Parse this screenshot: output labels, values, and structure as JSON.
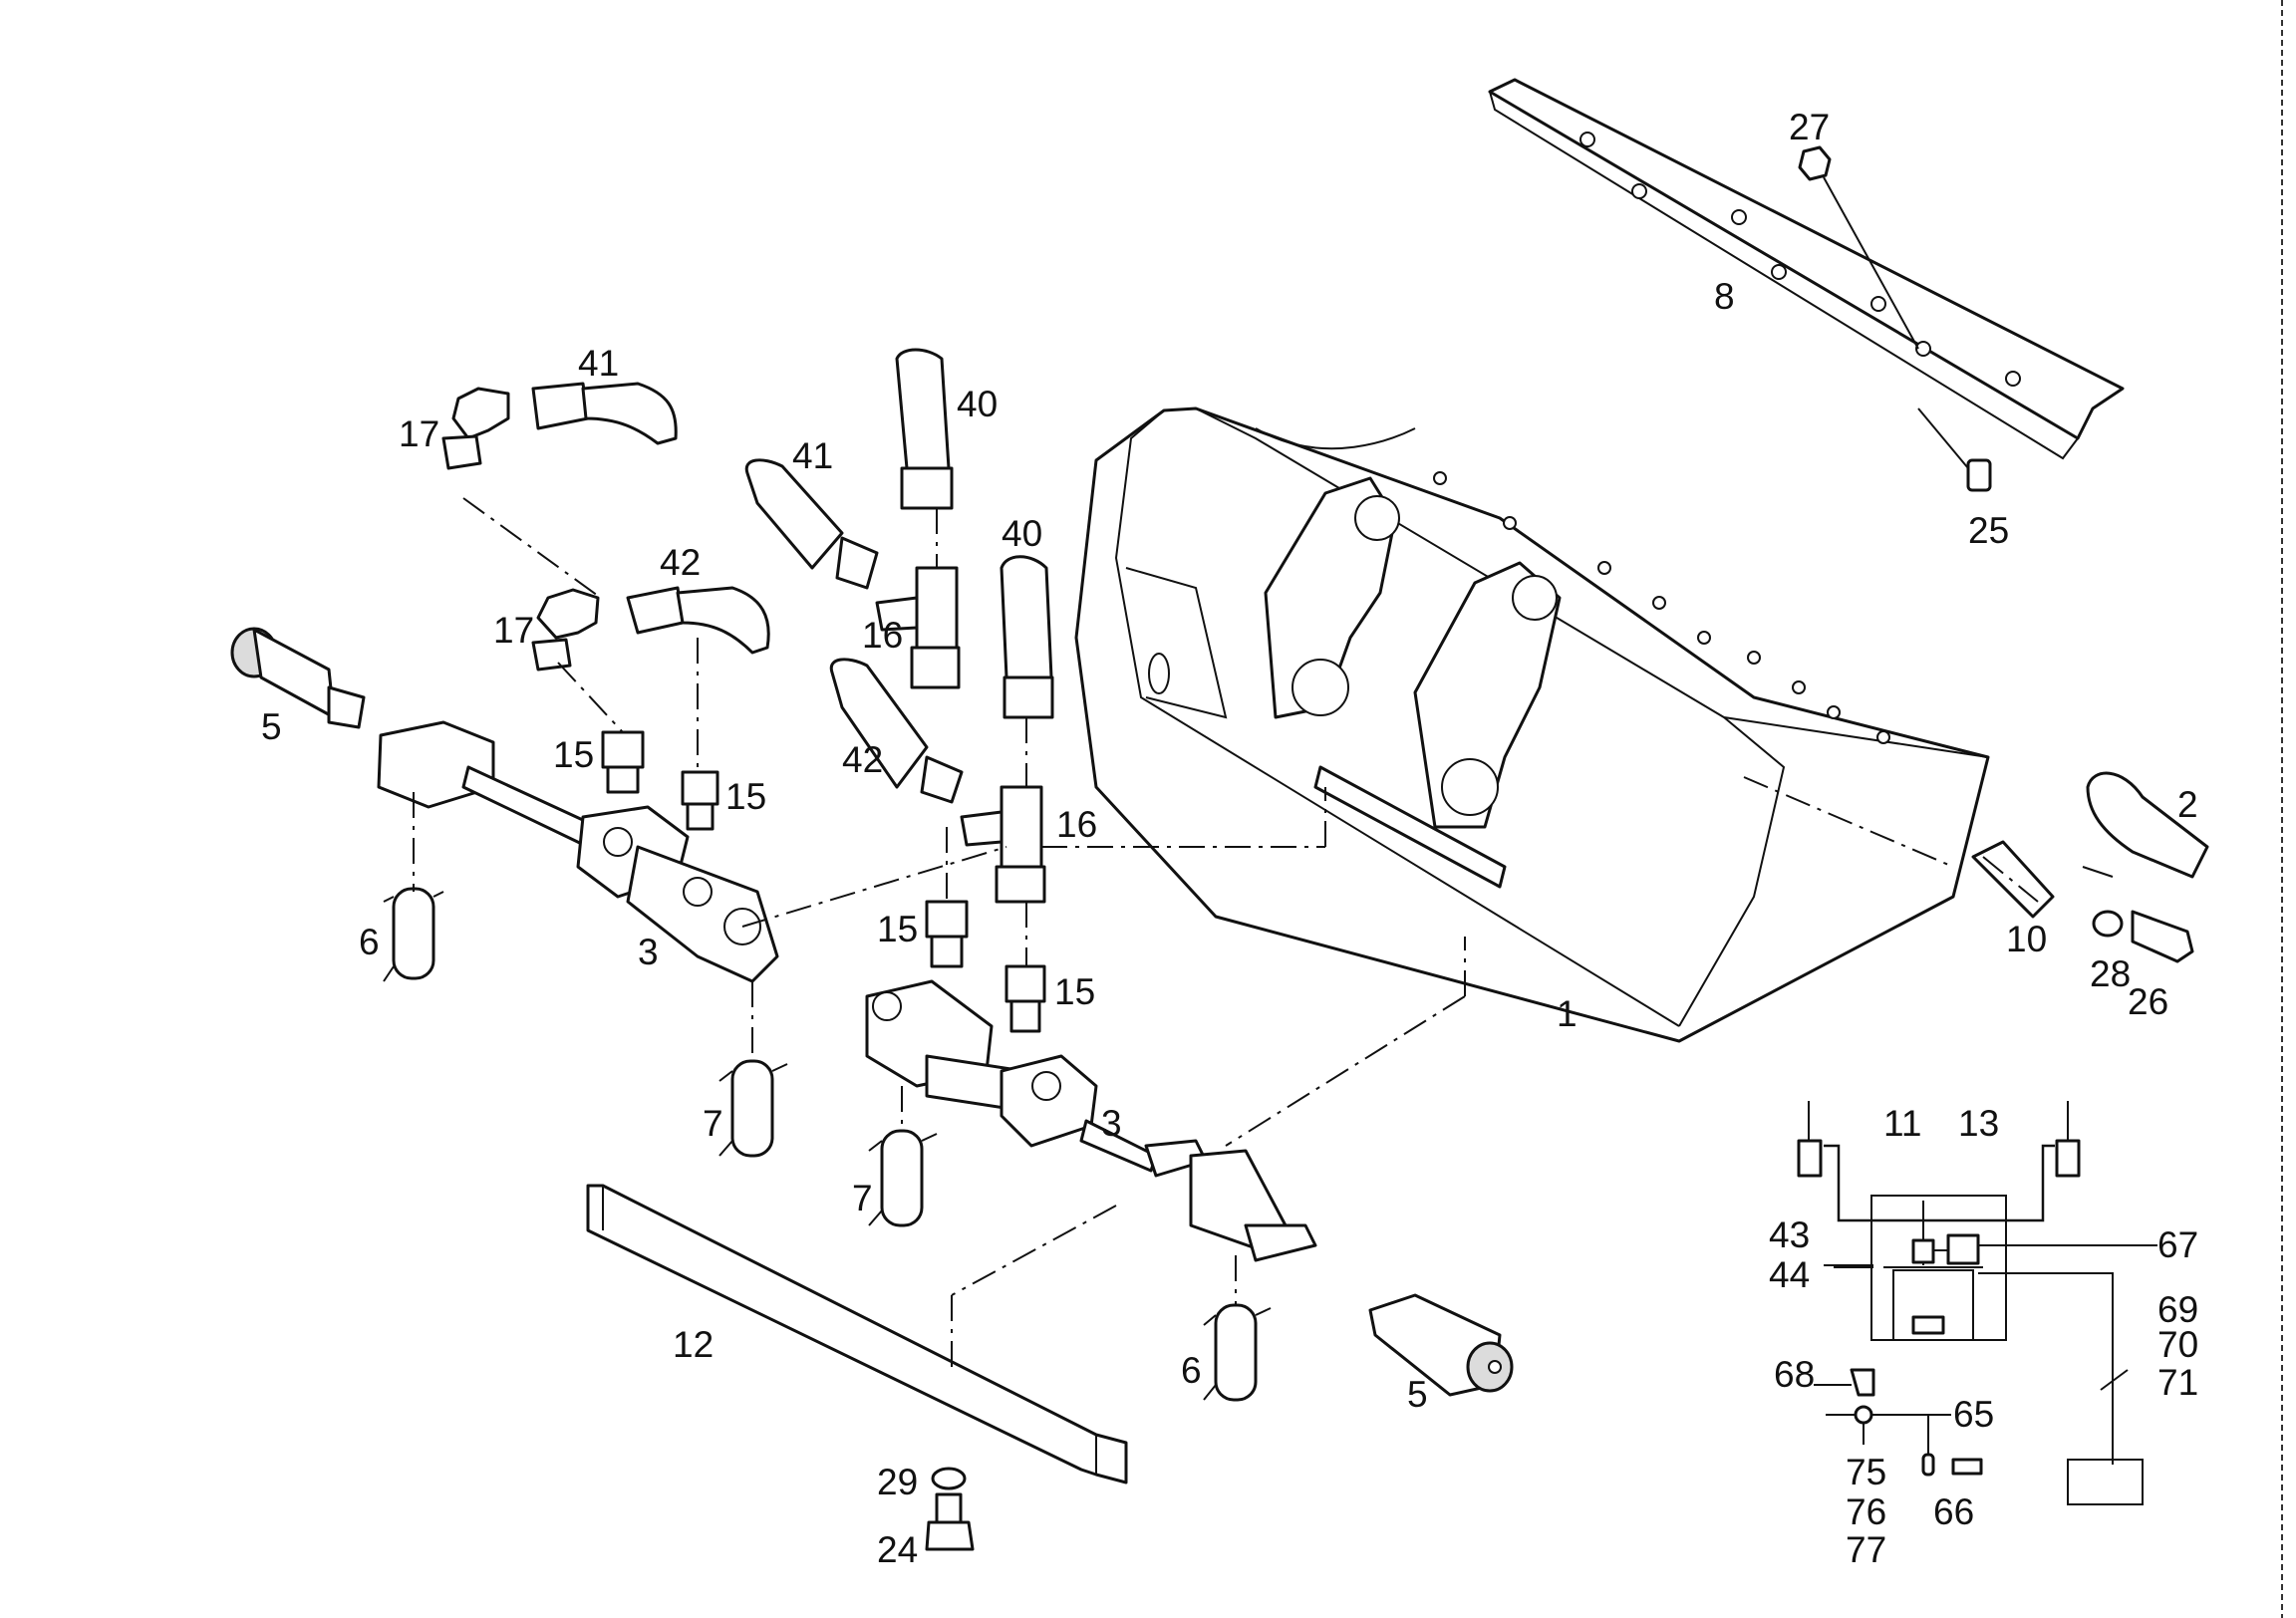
{
  "labels": {
    "l1": "1",
    "l2": "2",
    "l3a": "3",
    "l3b": "3",
    "l5a": "5",
    "l5b": "5",
    "l6a": "6",
    "l6b": "6",
    "l7a": "7",
    "l7b": "7",
    "l8": "8",
    "l10": "10",
    "l11": "11",
    "l12": "12",
    "l13": "13",
    "l15a": "15",
    "l15b": "15",
    "l15c": "15",
    "l15d": "15",
    "l16a": "16",
    "l16b": "16",
    "l17a": "17",
    "l17b": "17",
    "l24": "24",
    "l25": "25",
    "l26": "26",
    "l27": "27",
    "l28": "28",
    "l29": "29",
    "l40a": "40",
    "l40b": "40",
    "l41a": "41",
    "l41b": "41",
    "l42a": "42",
    "l42b": "42",
    "l43": "43",
    "l44": "44",
    "l65": "65",
    "l66": "66",
    "l67": "67",
    "l68": "68",
    "l69": "69",
    "l70": "70",
    "l71": "71",
    "l75": "75",
    "l76": "76",
    "l77": "77"
  }
}
